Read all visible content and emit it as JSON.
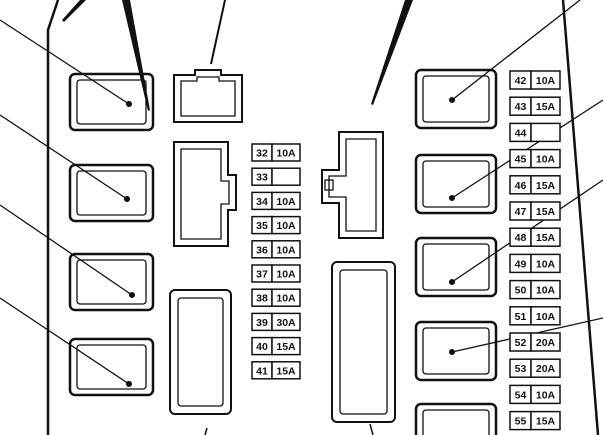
{
  "fuse_block": {
    "center_fuses": [
      {
        "number": "32",
        "rating": "10A"
      },
      {
        "number": "33",
        "rating": ""
      },
      {
        "number": "34",
        "rating": "10A"
      },
      {
        "number": "35",
        "rating": "10A"
      },
      {
        "number": "36",
        "rating": "10A"
      },
      {
        "number": "37",
        "rating": "10A"
      },
      {
        "number": "38",
        "rating": "10A"
      },
      {
        "number": "39",
        "rating": "30A"
      },
      {
        "number": "40",
        "rating": "15A"
      },
      {
        "number": "41",
        "rating": "15A"
      }
    ],
    "right_fuses": [
      {
        "number": "42",
        "rating": "10A"
      },
      {
        "number": "43",
        "rating": "15A"
      },
      {
        "number": "44",
        "rating": ""
      },
      {
        "number": "45",
        "rating": "10A"
      },
      {
        "number": "46",
        "rating": "15A"
      },
      {
        "number": "47",
        "rating": "15A"
      },
      {
        "number": "48",
        "rating": "15A"
      },
      {
        "number": "49",
        "rating": "10A"
      },
      {
        "number": "50",
        "rating": "10A"
      },
      {
        "number": "51",
        "rating": "10A"
      },
      {
        "number": "52",
        "rating": "20A"
      },
      {
        "number": "53",
        "rating": "20A"
      },
      {
        "number": "54",
        "rating": "10A"
      },
      {
        "number": "55",
        "rating": "15A"
      }
    ],
    "colors": {
      "line": "#111111",
      "background": "#ffffff"
    }
  }
}
